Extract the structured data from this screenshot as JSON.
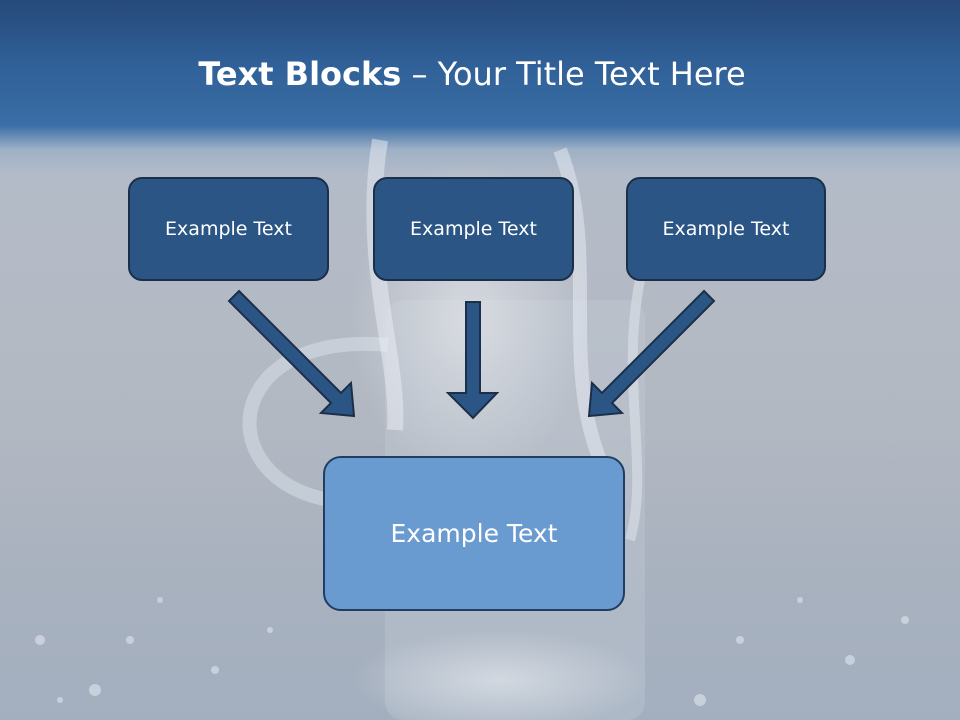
{
  "title": {
    "bold": "Text Blocks",
    "separator": " – ",
    "rest": "Your Title Text Here"
  },
  "blocks": [
    {
      "label": "Example Text"
    },
    {
      "label": "Example Text"
    },
    {
      "label": "Example Text"
    }
  ],
  "target": {
    "label": "Example Text"
  },
  "colors": {
    "header": "#2f5f96",
    "small_box": "#2b5584",
    "big_box": "#6a9bd0",
    "arrow": "#2b5584",
    "arrow_outline": "#1b2f48"
  }
}
